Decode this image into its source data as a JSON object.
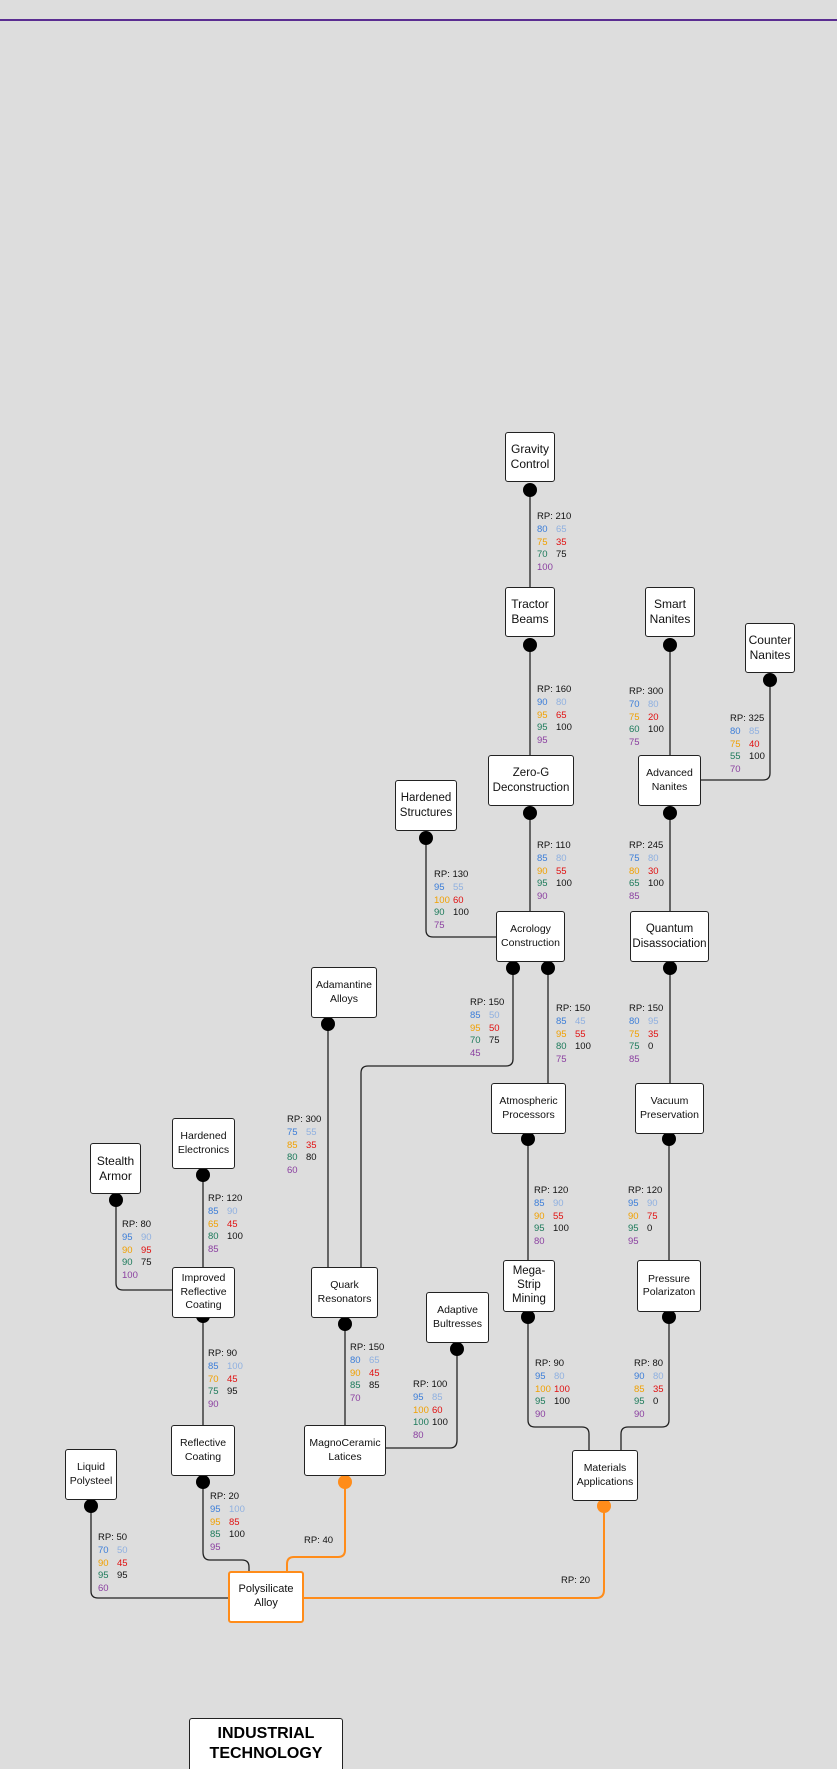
{
  "title": "INDUSTRIAL\nTECHNOLOGY",
  "colors": {
    "line": "#222222",
    "active": "#ff8c1a",
    "background": "#dddddd",
    "topline": "#5a2d91",
    "blue": "#3b7dd8",
    "lightblue": "#8fb0e0",
    "orange": "#f0a000",
    "red": "#e01010",
    "green": "#1c7a5a",
    "black": "#111111",
    "purple": "#8a3fa0"
  },
  "nodes": {
    "gravity": "Gravity\nControl",
    "tractor": "Tractor\nBeams",
    "smart": "Smart\nNanites",
    "counter": "Counter\nNanites",
    "zerog": "Zero-G\nDeconstruction",
    "advnan": "Advanced\nNanites",
    "hardstruct": "Hardened\nStructures",
    "acrology": "Acrology\nConstruction",
    "quantum": "Quantum\nDisassociation",
    "adamantine": "Adamantine\nAlloys",
    "atmos": "Atmospheric\nProcessors",
    "vacuum": "Vacuum\nPreservation",
    "hardelec": "Hardened\nElectronics",
    "stealth": "Stealth\nArmor",
    "improved": "Improved\nReflective\nCoating",
    "quark": "Quark\nResonators",
    "megastrip": "Mega-\nStrip\nMining",
    "pressure": "Pressure\nPolarizaton",
    "adaptive": "Adaptive\nBultresses",
    "reflective": "Reflective\nCoating",
    "magno": "MagnoCeramic\nLatices",
    "materials": "Materials\nApplications",
    "liquid": "Liquid\nPolysteel",
    "polysilicate": "Polysilicate\nAlloy"
  },
  "stats": {
    "gravity": {
      "rp": "RP: 210",
      "rows": [
        [
          "80",
          "65"
        ],
        [
          "75",
          "35"
        ],
        [
          "70",
          "75"
        ],
        [
          "100",
          ""
        ]
      ]
    },
    "zerog": {
      "rp": "RP: 160",
      "rows": [
        [
          "90",
          "80"
        ],
        [
          "95",
          "65"
        ],
        [
          "95",
          "100"
        ],
        [
          "95",
          ""
        ]
      ]
    },
    "smart": {
      "rp": "RP: 300",
      "rows": [
        [
          "70",
          "80"
        ],
        [
          "75",
          "20"
        ],
        [
          "60",
          "100"
        ],
        [
          "75",
          ""
        ]
      ]
    },
    "counter": {
      "rp": "RP: 325",
      "rows": [
        [
          "80",
          "85"
        ],
        [
          "75",
          "40"
        ],
        [
          "55",
          "100"
        ],
        [
          "70",
          ""
        ]
      ]
    },
    "acro_zerog": {
      "rp": "RP: 110",
      "rows": [
        [
          "85",
          "80"
        ],
        [
          "90",
          "55"
        ],
        [
          "95",
          "100"
        ],
        [
          "90",
          ""
        ]
      ]
    },
    "hardstruct": {
      "rp": "RP: 130",
      "rows": [
        [
          "95",
          "55"
        ],
        [
          "100",
          "60"
        ],
        [
          "90",
          "100"
        ],
        [
          "75",
          ""
        ]
      ]
    },
    "advnan": {
      "rp": "RP: 245",
      "rows": [
        [
          "75",
          "80"
        ],
        [
          "80",
          "30"
        ],
        [
          "65",
          "100"
        ],
        [
          "85",
          ""
        ]
      ]
    },
    "acrology": {
      "rp": "RP: 150",
      "rows": [
        [
          "85",
          "50"
        ],
        [
          "95",
          "50"
        ],
        [
          "70",
          "75"
        ],
        [
          "45",
          ""
        ]
      ]
    },
    "atmos_up": {
      "rp": "RP: 150",
      "rows": [
        [
          "85",
          "45"
        ],
        [
          "95",
          "55"
        ],
        [
          "80",
          "100"
        ],
        [
          "75",
          ""
        ]
      ]
    },
    "quantum": {
      "rp": "RP: 150",
      "rows": [
        [
          "80",
          "95"
        ],
        [
          "75",
          "35"
        ],
        [
          "75",
          "0"
        ],
        [
          "85",
          ""
        ]
      ]
    },
    "adamantine": {
      "rp": "RP: 300",
      "rows": [
        [
          "75",
          "55"
        ],
        [
          "85",
          "35"
        ],
        [
          "80",
          "80"
        ],
        [
          "60",
          ""
        ]
      ]
    },
    "hardelec": {
      "rp": "RP: 120",
      "rows": [
        [
          "85",
          "90"
        ],
        [
          "65",
          "45"
        ],
        [
          "80",
          "100"
        ],
        [
          "85",
          ""
        ]
      ]
    },
    "stealth": {
      "rp": "RP: 80",
      "rows": [
        [
          "95",
          "90"
        ],
        [
          "90",
          "95"
        ],
        [
          "90",
          "75"
        ],
        [
          "100",
          ""
        ]
      ]
    },
    "atmos": {
      "rp": "RP: 120",
      "rows": [
        [
          "85",
          "90"
        ],
        [
          "90",
          "55"
        ],
        [
          "95",
          "100"
        ],
        [
          "80",
          ""
        ]
      ]
    },
    "vacuum": {
      "rp": "RP: 120",
      "rows": [
        [
          "95",
          "90"
        ],
        [
          "90",
          "75"
        ],
        [
          "95",
          "0"
        ],
        [
          "95",
          ""
        ]
      ]
    },
    "improved": {
      "rp": "RP: 90",
      "rows": [
        [
          "85",
          "100"
        ],
        [
          "70",
          "45"
        ],
        [
          "75",
          "95"
        ],
        [
          "90",
          ""
        ]
      ]
    },
    "quark": {
      "rp": "RP: 150",
      "rows": [
        [
          "80",
          "65"
        ],
        [
          "90",
          "45"
        ],
        [
          "85",
          "85"
        ],
        [
          "70",
          ""
        ]
      ]
    },
    "adaptive": {
      "rp": "RP: 100",
      "rows": [
        [
          "95",
          "85"
        ],
        [
          "100",
          "60"
        ],
        [
          "100",
          "100"
        ],
        [
          "80",
          ""
        ]
      ]
    },
    "megastrip": {
      "rp": "RP: 90",
      "rows": [
        [
          "95",
          "80"
        ],
        [
          "100",
          "100"
        ],
        [
          "95",
          "100"
        ],
        [
          "90",
          ""
        ]
      ]
    },
    "pressure": {
      "rp": "RP: 80",
      "rows": [
        [
          "90",
          "80"
        ],
        [
          "85",
          "35"
        ],
        [
          "95",
          "0"
        ],
        [
          "90",
          ""
        ]
      ]
    },
    "reflective": {
      "rp": "RP: 20",
      "rows": [
        [
          "95",
          "100"
        ],
        [
          "95",
          "85"
        ],
        [
          "85",
          "100"
        ],
        [
          "95",
          ""
        ]
      ]
    },
    "liquid": {
      "rp": "RP: 50",
      "rows": [
        [
          "70",
          "50"
        ],
        [
          "90",
          "45"
        ],
        [
          "95",
          "95"
        ],
        [
          "60",
          ""
        ]
      ]
    }
  },
  "labels": {
    "magno_rp": "RP: 40",
    "materials_rp": "RP: 20"
  }
}
